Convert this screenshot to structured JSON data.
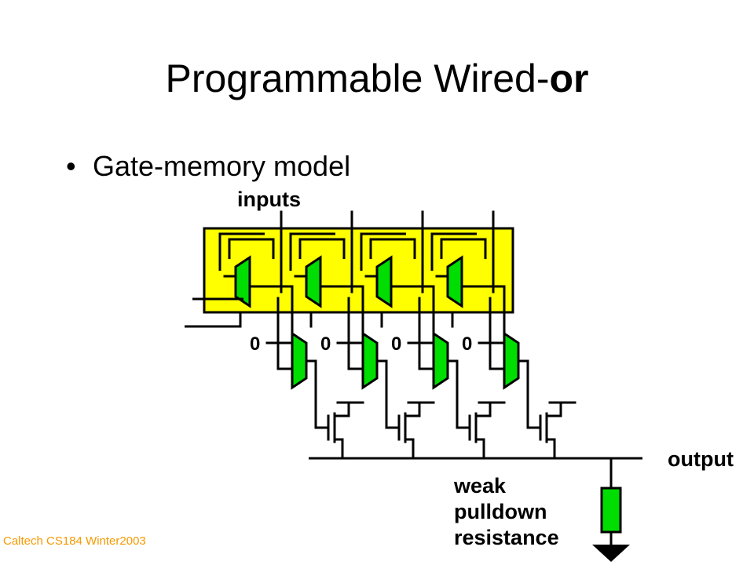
{
  "slide": {
    "title_prefix": "Programmable Wired-",
    "title_bold": "or",
    "bullet": "Gate-memory model",
    "footer": "Caltech CS184 Winter2003"
  },
  "diagram": {
    "inputs_label": "inputs",
    "output_label": "output",
    "pulldown_label_lines": [
      "weak",
      "pulldown",
      "resistance"
    ],
    "zero_label": "0",
    "columns": 4,
    "colors": {
      "memory_block": "#ffff00",
      "mux": "#00dd00",
      "resistor": "#00dd00",
      "wire": "#000000"
    }
  }
}
